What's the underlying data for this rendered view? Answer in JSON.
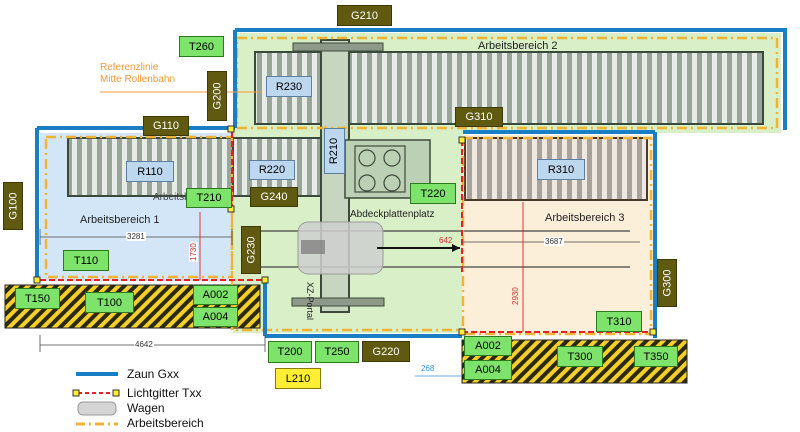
{
  "labels": {
    "G210": "G210",
    "T260": "T260",
    "G200": "G200",
    "R230": "R230",
    "G110": "G110",
    "G310": "G310",
    "R110": "R110",
    "R220": "R220",
    "R210": "R210",
    "R310": "R310",
    "G100": "G100",
    "T210": "T210",
    "G240": "G240",
    "T220": "T220",
    "G230": "G230",
    "T110": "T110",
    "G300": "G300",
    "T150": "T150",
    "T100": "T100",
    "A002a": "A002",
    "A004a": "A004",
    "T310": "T310",
    "T200": "T200",
    "T250": "T250",
    "G220": "G220",
    "A002b": "A002",
    "T300": "T300",
    "T350": "T350",
    "A004b": "A004",
    "L210": "L210"
  },
  "texts": {
    "arbeitsbereich2": "Arbeitsbereich  2",
    "arbeitsbereich1": "Arbeitsbereich 1",
    "arbeitsbereich3": "Arbeitsbereich 3",
    "abdeckplattenplatz": "Abdeckplattenplatz",
    "referenzlinie1": "Referenzlinie",
    "referenzlinie2": "Mitte Rollenbahn",
    "xz_portal": "XZ-Portal",
    "arbeitsb_fragment": "Arbeitsb"
  },
  "dimensions": {
    "d3281": "3281",
    "d1730": "1730",
    "d642": "642",
    "d3687": "3687",
    "d2930": "2930",
    "d4642": "4642",
    "d268": "268"
  },
  "legend": [
    {
      "symbol": "fence",
      "label": "Zaun Gxx"
    },
    {
      "symbol": "light-curtain",
      "label": "Lichtgitter Txx"
    },
    {
      "symbol": "cart",
      "label": "Wagen"
    },
    {
      "symbol": "work-area",
      "label": "Arbeitsbereich"
    }
  ],
  "colors": {
    "fence": "#1a7ec4",
    "light_curtain": "#e52222",
    "work_area": "#f2b233",
    "area1_fill": "#d3e6f8",
    "area2_fill": "#d8efc7",
    "area3_fill": "#fbefd9",
    "reference_line": "#f59a3a",
    "tag_green": "#7ee36a",
    "tag_olive": "#5f5a10",
    "tag_blue": "#bcd7ee",
    "tag_yellow": "#ffee33"
  }
}
